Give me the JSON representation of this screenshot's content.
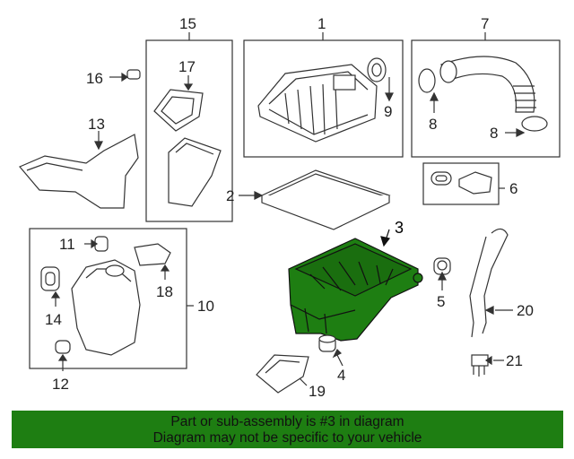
{
  "callouts": {
    "c1": "1",
    "c2": "2",
    "c3": "3",
    "c4": "4",
    "c5": "5",
    "c6": "6",
    "c7": "7",
    "c8a": "8",
    "c8b": "8",
    "c9": "9",
    "c10": "10",
    "c11": "11",
    "c12": "12",
    "c13": "13",
    "c14": "14",
    "c15": "15",
    "c16": "16",
    "c17": "17",
    "c18": "18",
    "c19": "19",
    "c20": "20",
    "c21": "21"
  },
  "highlight": {
    "part": "3",
    "color": "#1e7e12"
  },
  "banner": {
    "line1": "Part or sub-assembly is #3 in diagram",
    "line2": "Diagram may not be specific to your vehicle",
    "color": "#1e7e12"
  }
}
